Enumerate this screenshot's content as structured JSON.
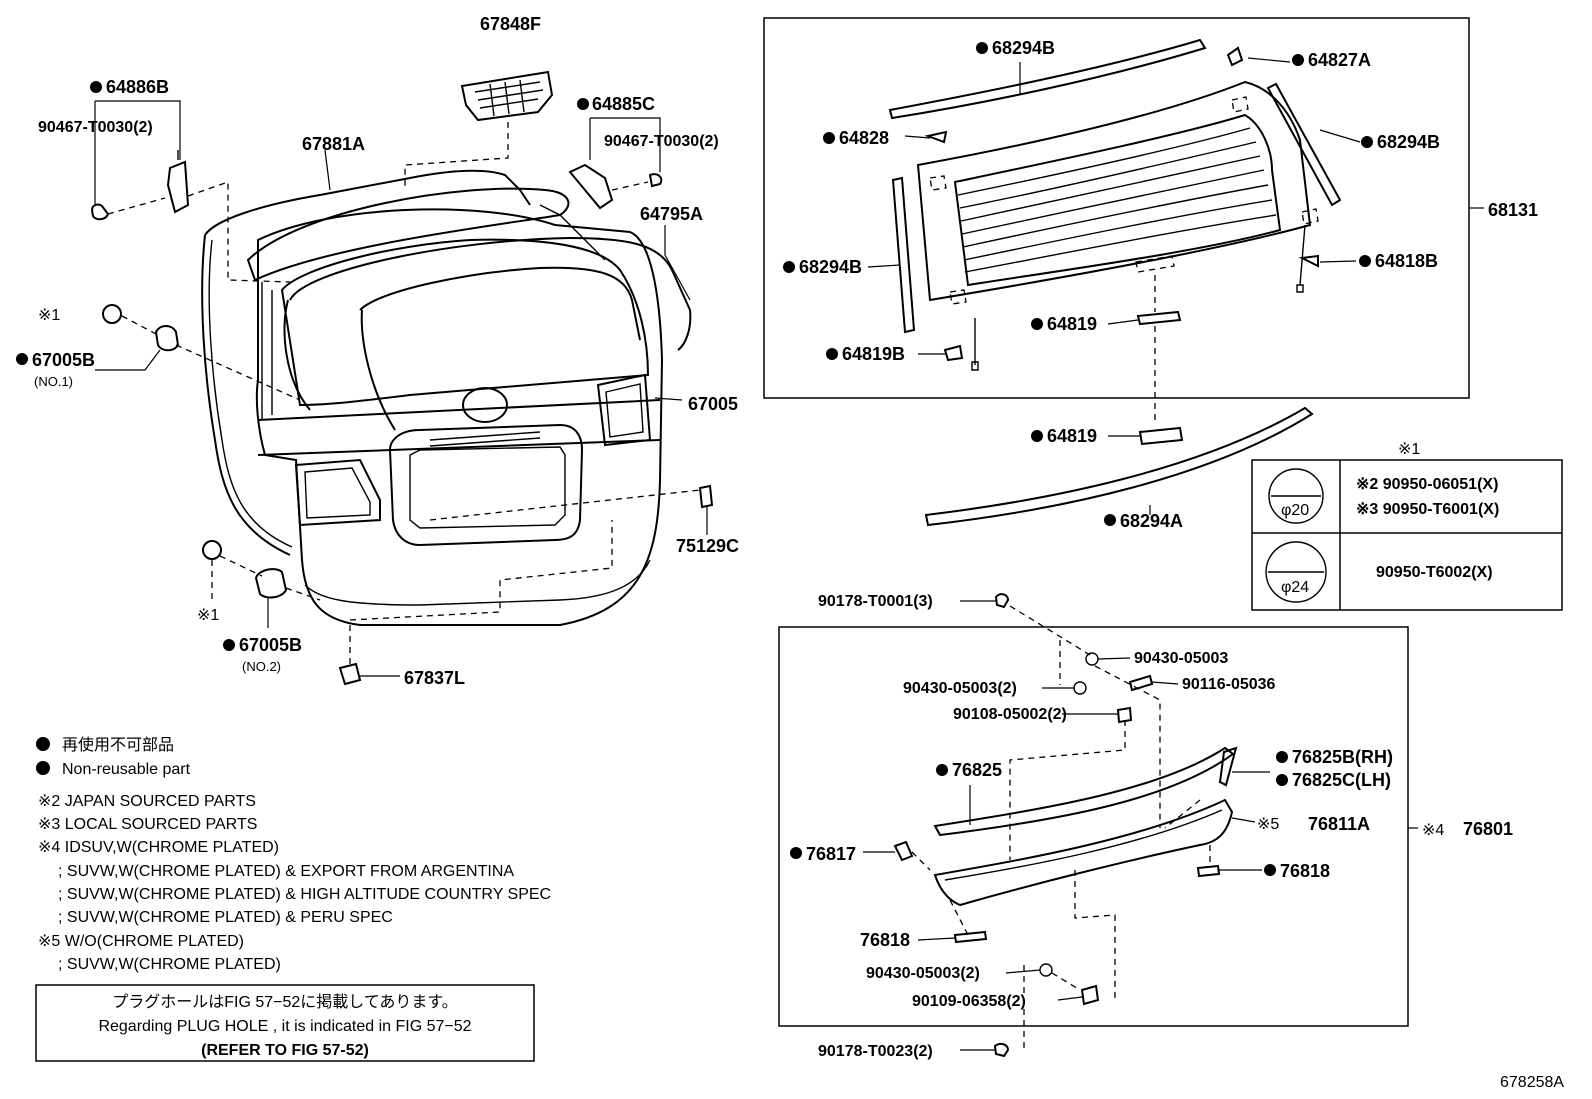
{
  "labels": {
    "p67848F": "67848F",
    "p64886B": "64886B",
    "p90467_left": "90467-T0030(2)",
    "p67881A": "67881A",
    "p64885C": "64885C",
    "p90467_right": "90467-T0030(2)",
    "p64795A": "64795A",
    "p67005": "67005",
    "p67005B_top": "67005B",
    "p67005B_top_sub": "(NO.1)",
    "p67005B_bot": "67005B",
    "p67005B_bot_sub": "(NO.2)",
    "p75129C": "75129C",
    "p67837L": "67837L",
    "mark1_left": "※1",
    "mark1_bottom": "※1",
    "p68294B_top": "68294B",
    "p64827A": "64827A",
    "p64828": "64828",
    "p68294B_right": "68294B",
    "p68131": "68131",
    "p68294B_left": "68294B",
    "p64818B": "64818B",
    "p64819_a": "64819",
    "p64819B": "64819B",
    "p64819_b": "64819",
    "p68294A": "68294A",
    "p90178_T0001": "90178-T0001(3)",
    "p90430_a": "90430-05003",
    "p90430_b": "90430-05003(2)",
    "p90116": "90116-05036",
    "p90108": "90108-05002(2)",
    "p76825": "76825",
    "p76825B": "76825B(RH)",
    "p76825C": "76825C(LH)",
    "p76811A": "76811A",
    "mark5": "※5",
    "mark4": "※4",
    "p76801": "76801",
    "p76817": "76817",
    "p76818_right": "76818",
    "p76818_left": "76818",
    "p90430_c": "90430-05003(2)",
    "p90109": "90109-06358(2)",
    "p90178_T0023": "90178-T0023(2)",
    "figure_id": "678258A"
  },
  "plug_table": {
    "header": "※1",
    "row1_circle": "φ20",
    "row1_line1": "※2 90950-06051(X)",
    "row1_line2": "※3 90950-T6001(X)",
    "row2_circle": "φ24",
    "row2_line1": "90950-T6002(X)"
  },
  "legend": {
    "jp": "再使用不可部品",
    "en": "Non-reusable part"
  },
  "notes": [
    "※2 JAPAN SOURCED PARTS",
    "※3 LOCAL SOURCED PARTS",
    "※4 IDSUV,W(CHROME PLATED)",
    "; SUVW,W(CHROME PLATED) & EXPORT FROM ARGENTINA",
    "; SUVW,W(CHROME PLATED) & HIGH ALTITUDE COUNTRY SPEC",
    "; SUVW,W(CHROME PLATED) & PERU SPEC",
    "※5 W/O(CHROME PLATED)",
    "; SUVW,W(CHROME PLATED)"
  ],
  "refer_box": {
    "line1": "プラグホールはFIG 57−52に掲載してあります。",
    "line2": "Regarding  PLUG  HOLE , it is indicated in FIG  57−52",
    "line3": "(REFER TO FIG 57-52)"
  }
}
